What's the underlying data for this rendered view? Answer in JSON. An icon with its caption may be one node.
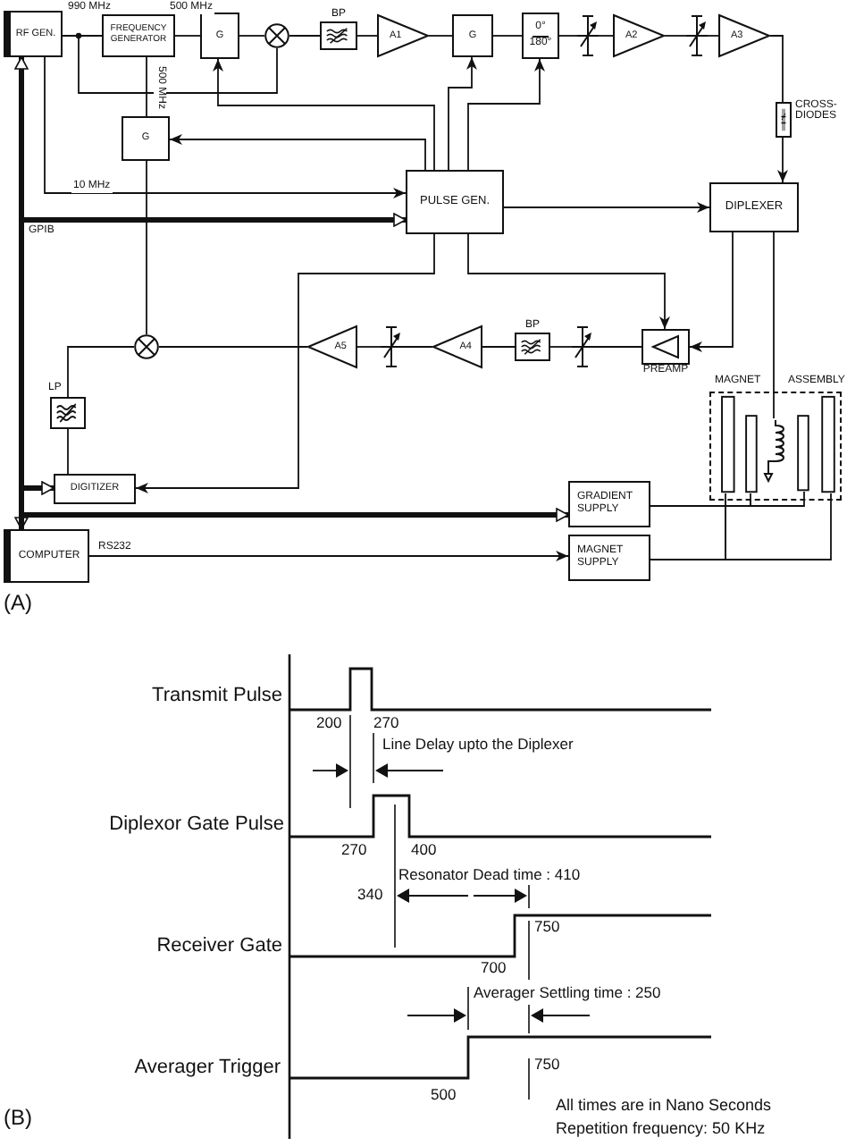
{
  "diagram": {
    "nodes": [
      {
        "text": [
          "RF GEN."
        ]
      },
      {
        "text": [
          "FREQUENCY GENERATOR"
        ]
      },
      {
        "text": [
          "G"
        ]
      },
      {
        "text": [],
        "shape": "circle"
      },
      {
        "text": [
          "BP"
        ]
      },
      {
        "text": [
          "A1"
        ]
      },
      {
        "text": [
          "G"
        ]
      },
      {
        "text": [
          "0°",
          "180°"
        ]
      },
      {
        "text": [],
        "shape": "attenuator"
      },
      {
        "text": [
          "A2"
        ]
      },
      {
        "text": [],
        "shape": "attenuator"
      },
      {
        "text": [
          "A3"
        ]
      },
      {
        "text": [
          "CROSS- DIODES"
        ]
      },
      {
        "text": [
          "G"
        ]
      },
      {
        "text": [
          "PULSE GEN."
        ]
      },
      {
        "text": [
          "DIPLEXER"
        ]
      },
      {
        "text": [],
        "shape": "circle"
      },
      {
        "text": [
          "A5"
        ]
      },
      {
        "text": [],
        "shape": "attenuator"
      },
      {
        "text": [
          "A4"
        ]
      },
      {
        "text": [
          "BP"
        ]
      },
      {
        "text": [],
        "shape": "attenuator"
      },
      {
        "text": [
          "PREAMP"
        ]
      },
      {
        "text": [
          "LP"
        ]
      },
      {
        "text": [
          "MAGNET",
          "ASSEMBLY"
        ]
      },
      {
        "text": [],
        "shape": "coil",
        "in": 24
      },
      {
        "text": [
          "DIGITIZER"
        ]
      },
      {
        "text": [
          "GRADIENT SUPPLY"
        ]
      },
      {
        "text": [
          "COMPUTER"
        ]
      },
      {
        "text": [
          "MAGNET SUPPLY"
        ]
      }
    ],
    "edges": [
      {
        "from": 0,
        "to": 1,
        "arrow": "none",
        "label": "990 MHz"
      },
      {
        "from": 1,
        "to": 2,
        "arrow": "none",
        "label": "500 MHz"
      },
      {
        "from": 2,
        "to": 3,
        "arrow": "none"
      },
      {
        "from": 0,
        "to": 3,
        "arrow": "none"
      },
      {
        "from": 3,
        "to": 4,
        "arrow": "none"
      },
      {
        "from": 4,
        "to": 5,
        "arrow": "none"
      },
      {
        "from": 5,
        "to": 6,
        "arrow": "none"
      },
      {
        "from": 6,
        "to": 7,
        "arrow": "none"
      },
      {
        "from": 7,
        "to": 8,
        "arrow": "none"
      },
      {
        "from": 8,
        "to": 9,
        "arrow": "none"
      },
      {
        "from": 9,
        "to": 10,
        "arrow": "none"
      },
      {
        "from": 10,
        "to": 11,
        "arrow": "none"
      },
      {
        "from": 11,
        "to": 12,
        "arrow": "none"
      },
      {
        "from": 12,
        "to": 15,
        "arrow": "to"
      },
      {
        "from": 1,
        "to": 13,
        "arrow": "none",
        "label": "500 MHz"
      },
      {
        "from": 14,
        "to": 13,
        "arrow": "to"
      },
      {
        "from": 14,
        "to": 2,
        "arrow": "to"
      },
      {
        "from": 14,
        "to": 6,
        "arrow": "to"
      },
      {
        "from": 14,
        "to": 7,
        "arrow": "to"
      },
      {
        "from": 0,
        "to": 14,
        "arrow": "to",
        "label": "10 MHz"
      },
      {
        "from": 28,
        "to": 14,
        "arrow": "to",
        "style": "thick",
        "label": "GPIB"
      },
      {
        "from": 28,
        "to": 0,
        "arrow": "both",
        "style": "thick"
      },
      {
        "from": 28,
        "to": 26,
        "arrow": "to",
        "style": "thick"
      },
      {
        "from": 28,
        "to": 27,
        "arrow": "to",
        "style": "thick"
      },
      {
        "from": 14,
        "to": 15,
        "arrow": "to"
      },
      {
        "from": 14,
        "to": 22,
        "arrow": "to"
      },
      {
        "from": 15,
        "to": 22,
        "arrow": "to"
      },
      {
        "from": 15,
        "to": 25,
        "arrow": "none"
      },
      {
        "from": 22,
        "to": 21,
        "arrow": "none"
      },
      {
        "from": 21,
        "to": 20,
        "arrow": "none"
      },
      {
        "from": 20,
        "to": 19,
        "arrow": "none"
      },
      {
        "from": 19,
        "to": 18,
        "arrow": "none"
      },
      {
        "from": 18,
        "to": 17,
        "arrow": "none"
      },
      {
        "from": 17,
        "to": 16,
        "arrow": "none"
      },
      {
        "from": 13,
        "to": 16,
        "arrow": "none"
      },
      {
        "from": 16,
        "to": 23,
        "arrow": "none"
      },
      {
        "from": 23,
        "to": 26,
        "arrow": "none"
      },
      {
        "from": 14,
        "to": 26,
        "arrow": "to"
      },
      {
        "from": 28,
        "to": 29,
        "arrow": "to",
        "label": "RS232"
      },
      {
        "from": 27,
        "to": 24,
        "arrow": "none"
      },
      {
        "from": 29,
        "to": 24,
        "arrow": "none"
      }
    ],
    "labels": [
      "(A)",
      "Transmit Pulse",
      "200",
      "270",
      "Line Delay upto the Diplexer",
      "Diplexor Gate Pulse",
      "270",
      "400",
      "Resonator Dead time : 410",
      "340",
      "Receiver Gate",
      "750",
      "700",
      "Averager Settling time : 250",
      "Averager Trigger",
      "750",
      "500",
      "All times are in Nano Seconds",
      "(B)",
      "Repetition frequency: 50 KHz"
    ]
  }
}
